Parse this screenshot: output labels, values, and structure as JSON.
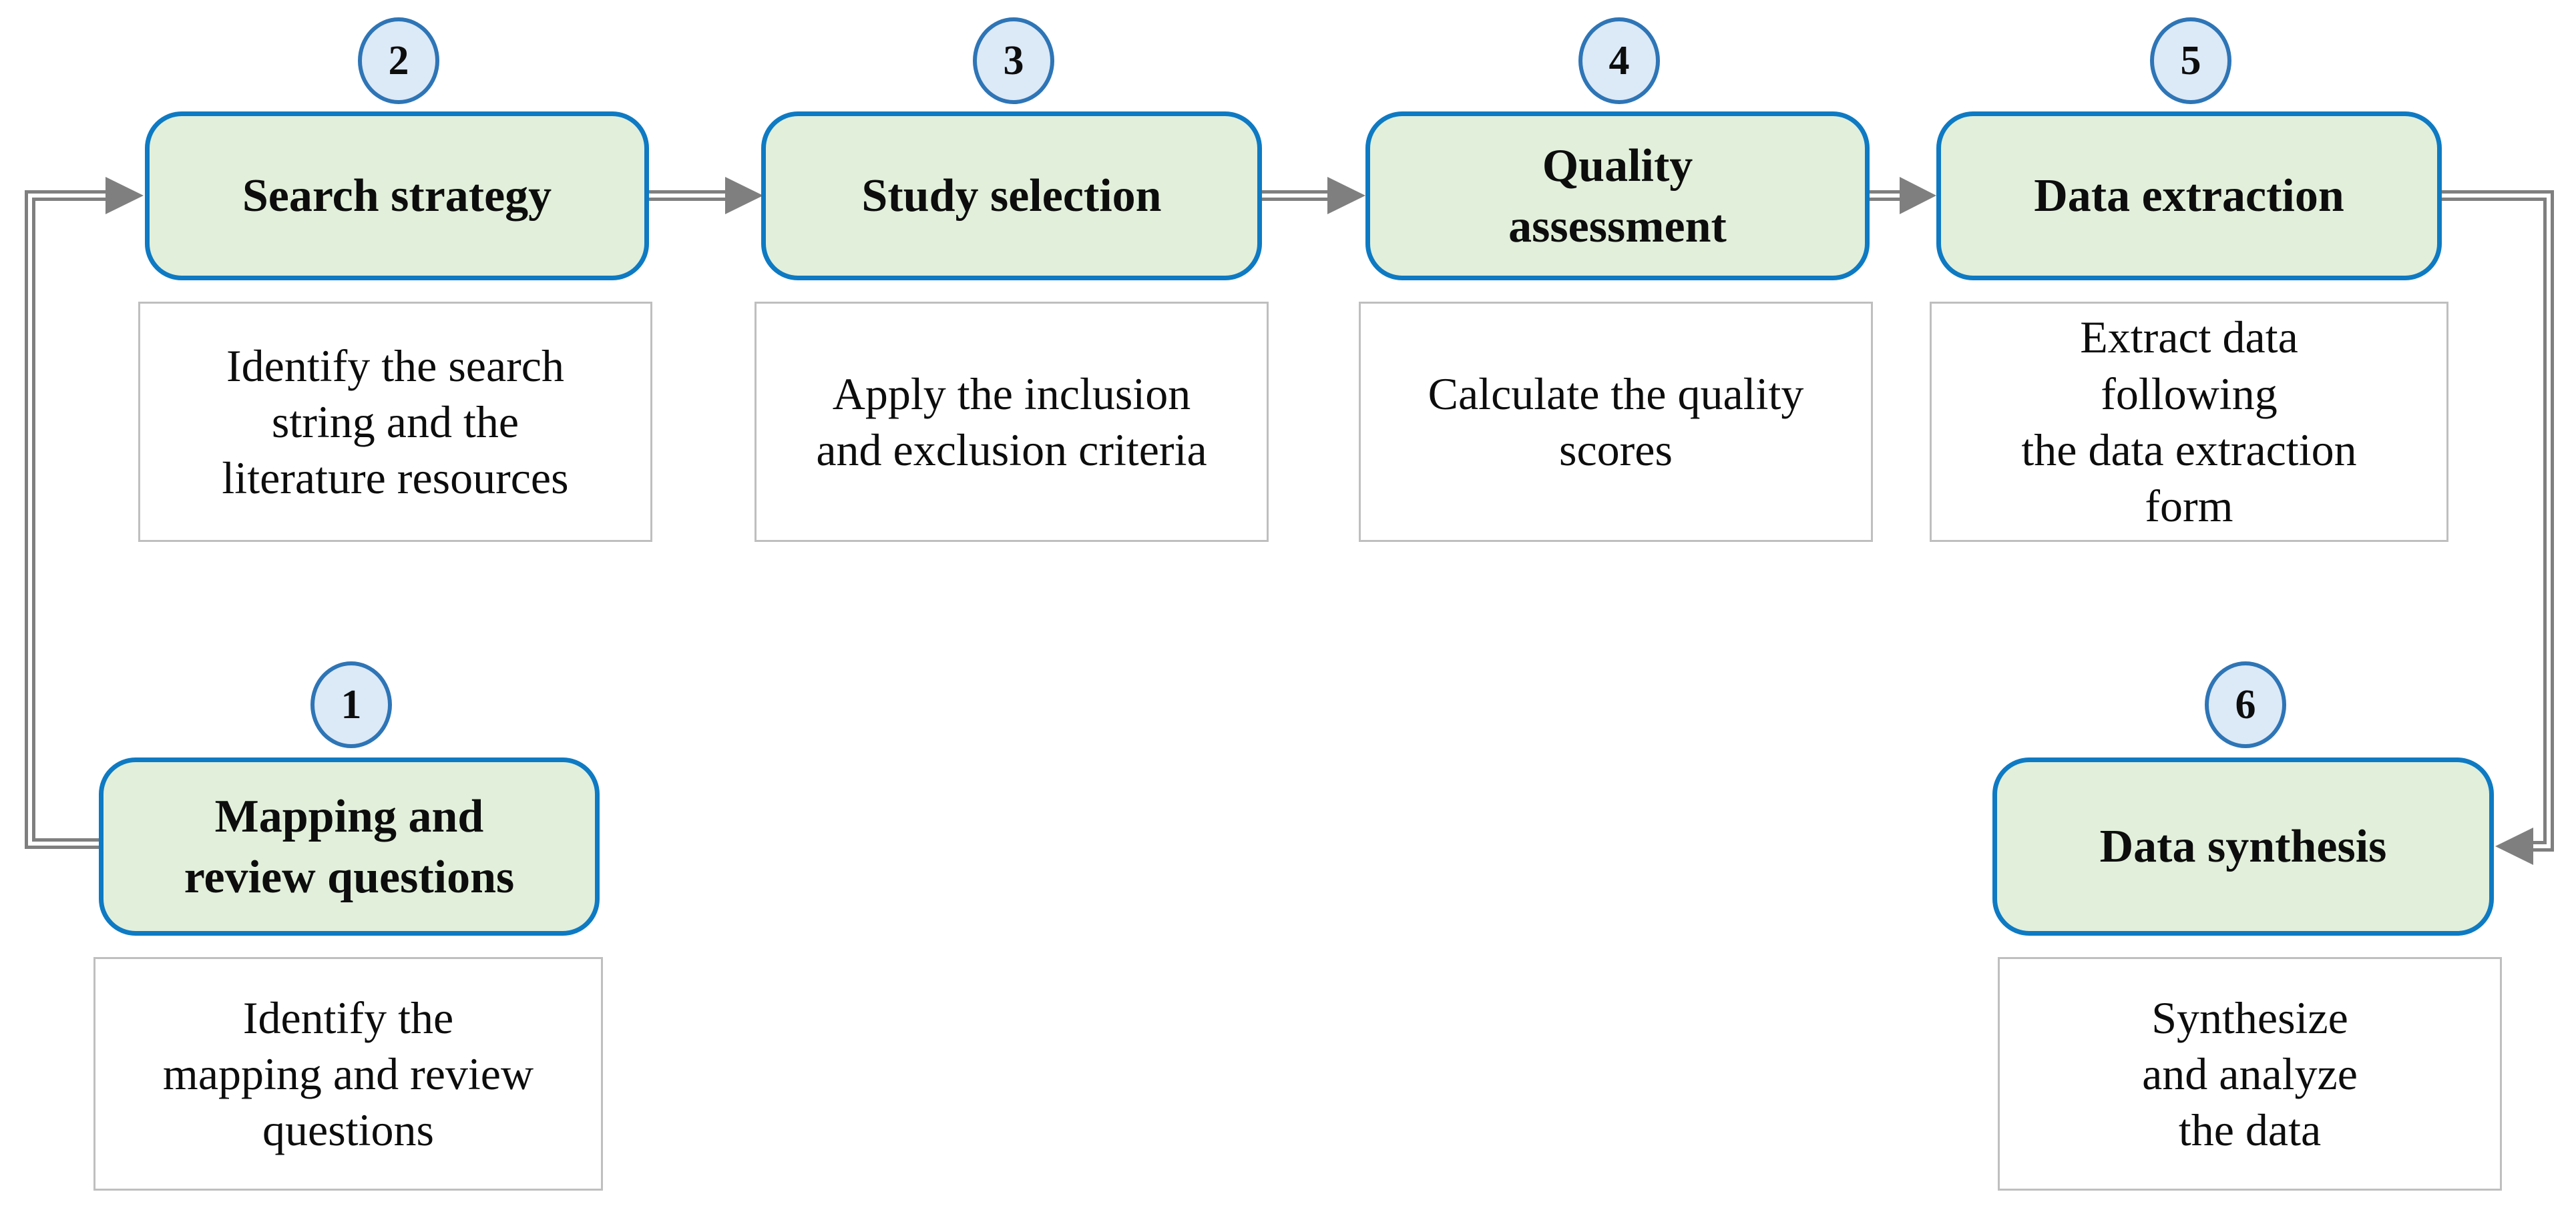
{
  "figure": {
    "name": "systematic-review-process-flowchart",
    "step_count": 6
  },
  "steps": [
    {
      "number": "1",
      "title": "Mapping and\nreview questions",
      "description": "Identify the\nmapping and review\nquestions"
    },
    {
      "number": "2",
      "title": "Search strategy",
      "description": "Identify the search\nstring and the\nliterature resources"
    },
    {
      "number": "3",
      "title": "Study selection",
      "description": "Apply the inclusion\nand exclusion criteria"
    },
    {
      "number": "4",
      "title": "Quality\nassessment",
      "description": "Calculate the quality\nscores"
    },
    {
      "number": "5",
      "title": "Data extraction",
      "description": "Extract data\nfollowing\nthe data extraction\nform"
    },
    {
      "number": "6",
      "title": "Data synthesis",
      "description": "Synthesize\nand analyze\nthe data"
    }
  ],
  "connectors": [
    {
      "from": "1",
      "to": "2",
      "style": "double-line-elbow-up-left"
    },
    {
      "from": "2",
      "to": "3",
      "style": "double-line-straight"
    },
    {
      "from": "3",
      "to": "4",
      "style": "double-line-straight"
    },
    {
      "from": "4",
      "to": "5",
      "style": "double-line-straight"
    },
    {
      "from": "5",
      "to": "6",
      "style": "double-line-elbow-down-right"
    }
  ],
  "colors": {
    "stage-fill": "#e1efdb",
    "stage-border": "#0e7ac3",
    "badge-fill": "#dce9f7",
    "badge-border": "#2e75b6",
    "desc-border": "#bfbfbf",
    "desc-fill": "#ffffff",
    "connector": "#7f7f7f",
    "text": "#0d0d0d",
    "page-bg": "#ffffff"
  }
}
